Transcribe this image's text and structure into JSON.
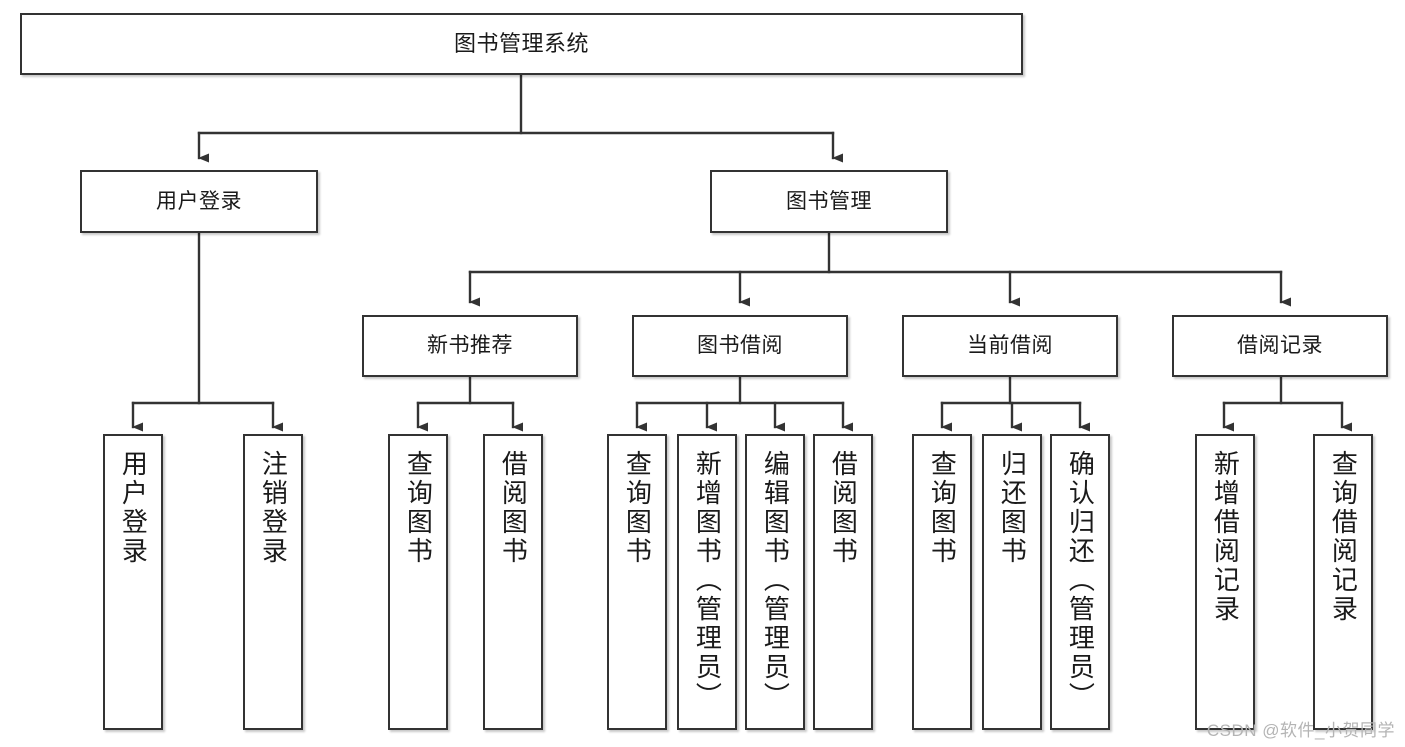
{
  "diagram": {
    "type": "tree-hierarchy",
    "title": "图书管理系统",
    "orientation": "top-down",
    "colors": {
      "box_border": "#333333",
      "box_fill": "#ffffff",
      "connector": "#333333",
      "text": "#1a1a1a",
      "watermark": "#b4b4b4",
      "background": "#ffffff"
    },
    "nodes": {
      "root": {
        "label": "图书管理系统"
      },
      "level2": [
        {
          "label": "用户登录"
        },
        {
          "label": "图书管理"
        }
      ],
      "level3": [
        {
          "label": "新书推荐"
        },
        {
          "label": "图书借阅"
        },
        {
          "label": "当前借阅"
        },
        {
          "label": "借阅记录"
        }
      ],
      "leaves": {
        "user_login": [
          {
            "label": "用户登录"
          },
          {
            "label": "注销登录"
          }
        ],
        "new_book_recommend": [
          {
            "label": "查询图书"
          },
          {
            "label": "借阅图书"
          }
        ],
        "book_borrow": [
          {
            "label": "查询图书"
          },
          {
            "label": "新增图书（管理员）"
          },
          {
            "label": "编辑图书（管理员）"
          },
          {
            "label": "借阅图书"
          }
        ],
        "current_borrow": [
          {
            "label": "查询图书"
          },
          {
            "label": "归还图书"
          },
          {
            "label": "确认归还（管理员）"
          }
        ],
        "borrow_record": [
          {
            "label": "新增借阅记录"
          },
          {
            "label": "查询借阅记录"
          }
        ]
      }
    },
    "watermark": "CSDN @软件_小贺同学"
  }
}
